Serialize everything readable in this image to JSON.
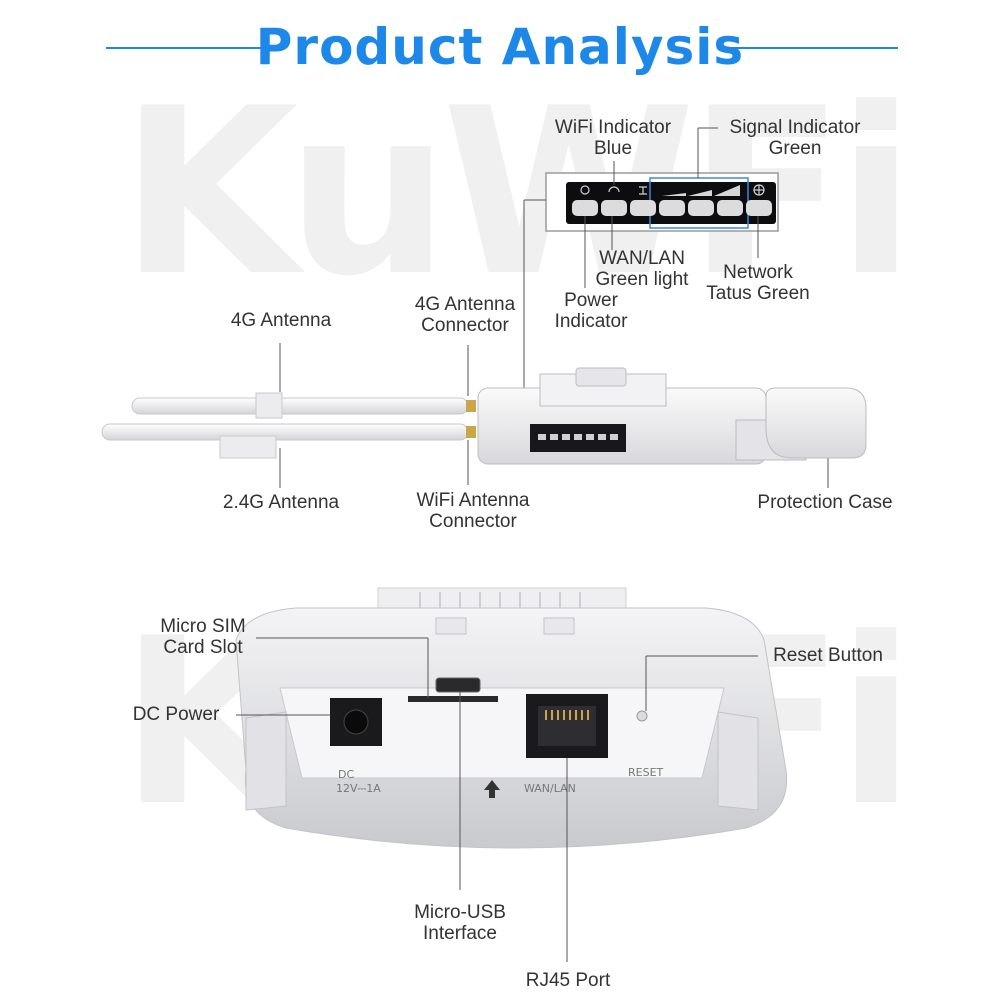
{
  "title": "Product Analysis",
  "watermark": "KuWFi",
  "colors": {
    "accent": "#1e88e8",
    "text": "#333333",
    "panel": "#0d0d10",
    "led": "#dcdcdc"
  },
  "top_labels": {
    "wifi_indicator": [
      "WiFi Indicator",
      "Blue"
    ],
    "signal_indicator": [
      "Signal Indicator",
      "Green"
    ],
    "wan_lan": [
      "WAN/LAN",
      "Green light"
    ],
    "network_status": [
      "Network",
      "Tatus Green"
    ],
    "power_indicator": [
      "Power",
      "Indicator"
    ],
    "antenna_4g": [
      "4G Antenna"
    ],
    "antenna_4g_connector": [
      "4G Antenna",
      "Connector"
    ],
    "antenna_24g": [
      "2.4G Antenna"
    ],
    "wifi_antenna_connector": [
      "WiFi Antenna",
      "Connector"
    ],
    "protection_case": [
      "Protection Case"
    ]
  },
  "bottom_labels": {
    "micro_sim": [
      "Micro SIM",
      "Card Slot"
    ],
    "dc_power": [
      "DC Power"
    ],
    "reset_button": [
      "Reset Button"
    ],
    "micro_usb": [
      "Micro-USB",
      "Interface"
    ],
    "rj45": [
      "RJ45 Port"
    ]
  },
  "device_print": {
    "dc": "DC",
    "dc_rating": "12V⎓1A",
    "wan_lan": "WAN/LAN",
    "reset": "RESET"
  }
}
